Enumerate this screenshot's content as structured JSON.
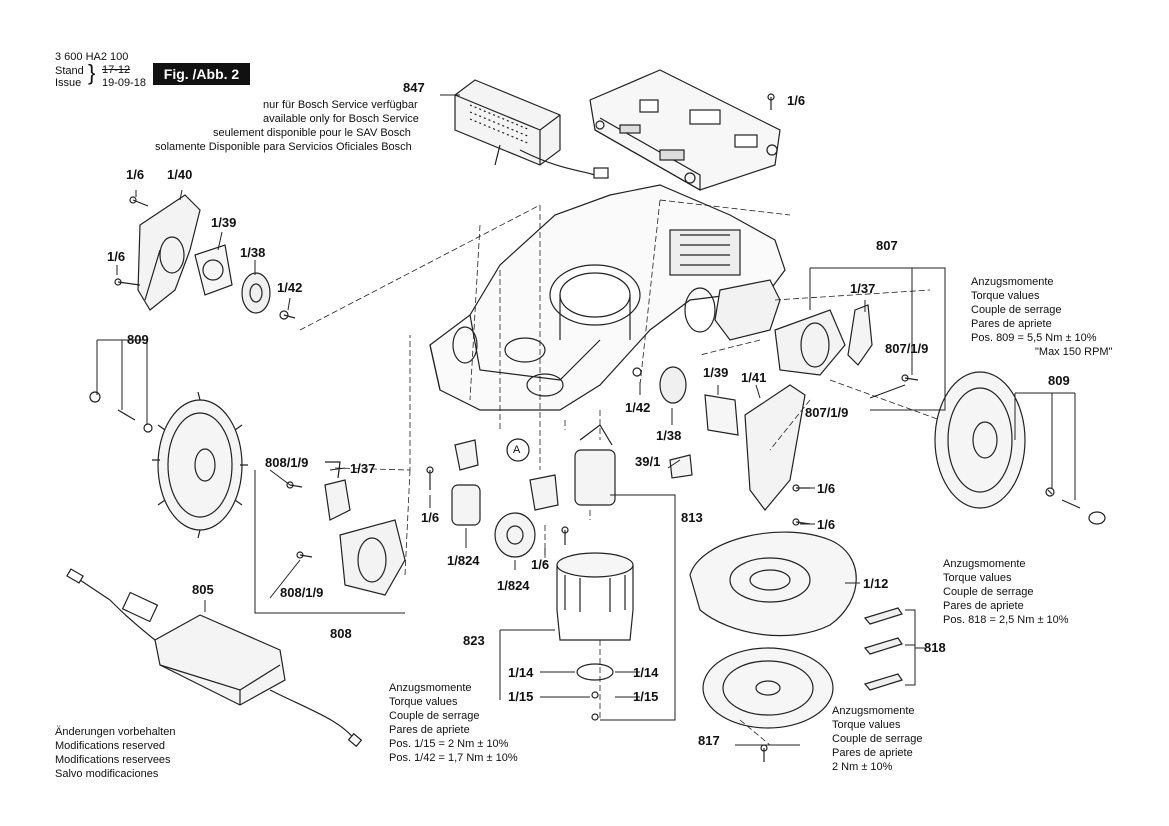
{
  "header": {
    "part_number": "3 600 HA2 100",
    "stand_label": "Stand",
    "issue_label": "Issue",
    "old_date": "17-12",
    "new_date": "19-09-18",
    "figure": "Fig. /Abb. 2"
  },
  "service_note": {
    "lines": [
      "nur für Bosch Service verfügbar",
      "available only for Bosch Service",
      "seulement disponible pour le SAV Bosch",
      "solamente Disponible para Servicios Oficiales Bosch"
    ]
  },
  "torque_notes": {
    "right_809": [
      "Anzugsmomente",
      "Torque values",
      "Couple de serrage",
      "Pares de apriete",
      "Pos. 809 = 5,5 Nm ± 10%",
      "\"Max 150 RPM\""
    ],
    "right_818": [
      "Anzugsmomente",
      "Torque values",
      "Couple de serrage",
      "Pares de apriete",
      "Pos. 818 = 2,5 Nm ± 10%"
    ],
    "bottom_left": [
      "Anzugsmomente",
      "Torque values",
      "Couple de serrage",
      "Pares de apriete",
      "Pos. 1/15 = 2 Nm ± 10%",
      "Pos. 1/42 = 1,7 Nm ± 10%"
    ],
    "bottom_817": [
      "Anzugsmomente",
      "Torque values",
      "Couple de serrage",
      "Pares de apriete",
      "2 Nm ± 10%"
    ]
  },
  "modifications": [
    "Änderungen vorbehalten",
    "Modifications reserved",
    "Modifications reservees",
    "Salvo modificaciones"
  ],
  "callouts": {
    "c847": "847",
    "c1_6_top": "1/6",
    "c1_6_a": "1/6",
    "c1_40": "1/40",
    "c1_39_left": "1/39",
    "c1_6_b": "1/6",
    "c1_38_left": "1/38",
    "c1_42_left": "1/42",
    "c809_left": "809",
    "c808_1_9_a": "808/1/9",
    "c1_37_left": "1/37",
    "c1_6_c": "1/6",
    "c1_824_a": "1/824",
    "c1_824_b": "1/824",
    "c1_6_d": "1/6",
    "c808_1_9_b": "808/1/9",
    "c808": "808",
    "c805": "805",
    "c807": "807",
    "c1_37_right": "1/37",
    "c807_1_9_a": "807/1/9",
    "c807_1_9_b": "807/1/9",
    "c1_39_right": "1/39",
    "c1_41": "1/41",
    "c1_42_right": "1/42",
    "c1_38_right": "1/38",
    "c39_1": "39/1",
    "c1_6_e": "1/6",
    "c1_6_f": "1/6",
    "c813": "813",
    "c809_right": "809",
    "c1_12": "1/12",
    "c823": "823",
    "c1_14_a": "1/14",
    "c1_14_b": "1/14",
    "c1_15_a": "1/15",
    "c1_15_b": "1/15",
    "c818": "818",
    "c817": "817",
    "marker_a": "A"
  }
}
